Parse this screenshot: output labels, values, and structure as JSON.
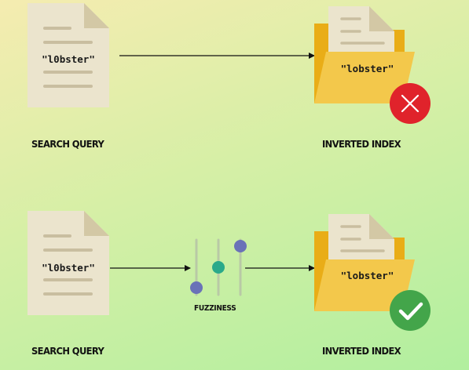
{
  "rows": [
    {
      "query_text": "\"l0bster\"",
      "query_label": "SEARCH QUERY",
      "index_text": "\"lobster\"",
      "index_label": "INVERTED INDEX",
      "result": "no-match",
      "result_icon": "x-icon"
    },
    {
      "query_text": "\"l0bster\"",
      "query_label": "SEARCH QUERY",
      "fuzziness_label": "FUZZINESS",
      "index_text": "\"lobster\"",
      "index_label": "INVERTED INDEX",
      "result": "match",
      "result_icon": "check-icon"
    }
  ],
  "colors": {
    "document": "#ebe4cd",
    "document_fold": "#d3c8a5",
    "document_lines": "#c9bea0",
    "folder_back": "#e9ad17",
    "folder_front": "#f3c84b",
    "error": "#e0232b",
    "success": "#43a54a",
    "slider_blue": "#6a72b8",
    "slider_teal": "#2aa98a",
    "slider_track": "#b9c9a6"
  }
}
